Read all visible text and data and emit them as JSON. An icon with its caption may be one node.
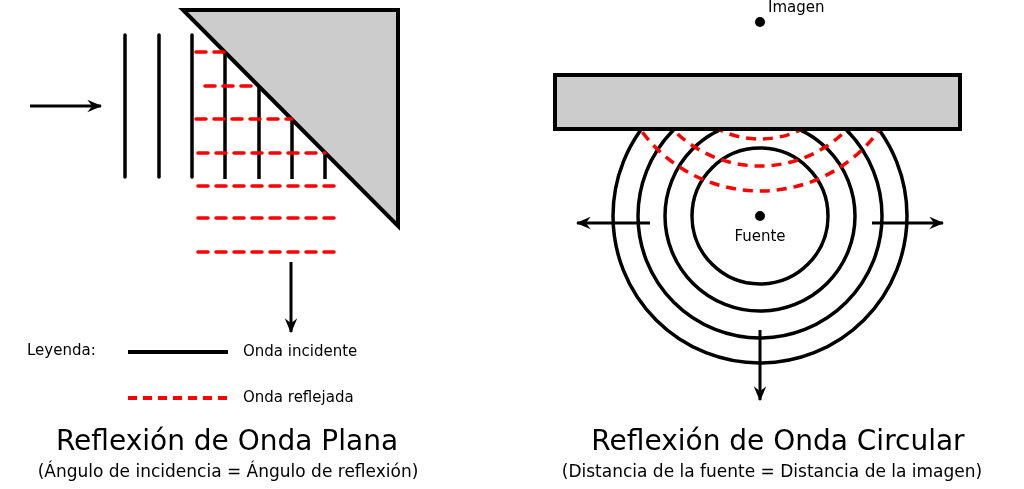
{
  "diagram": {
    "labels": [
      "Imagen",
      "Fuente",
      "Leyenda:",
      "Reflexión de Onda Plana",
      "(Ángulo de incidencia = Ángulo de reflexión)",
      "Reflexión de Onda Circular",
      "(Distancia de la fuente = Distancia de la imagen)"
    ],
    "legend": [
      {
        "text": "Onda incidente"
      },
      {
        "text": "Onda reflejada"
      }
    ]
  }
}
